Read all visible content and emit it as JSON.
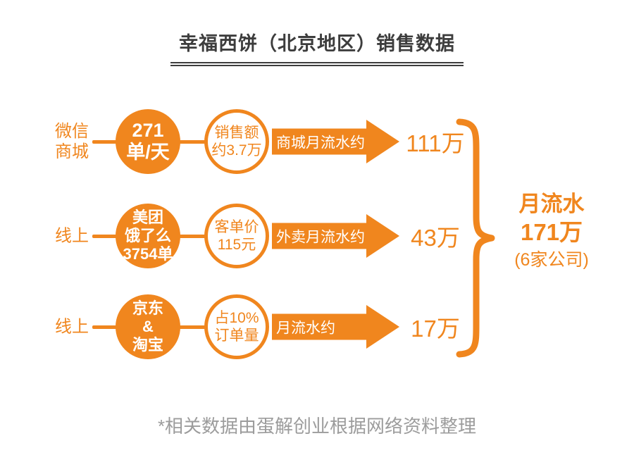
{
  "title": "幸福西饼（北京地区）销售数据",
  "colors": {
    "accent_orange": "#F0861E",
    "title_text": "#3D3D3D",
    "note_text": "#9C9C9C",
    "circle_fill_text": "#FFFFFF"
  },
  "rows": [
    {
      "source": "微信\n商城",
      "volume": "271\n单/天",
      "metric": "销售额\n约3.7万",
      "arrow_label": "商城月流水约",
      "value": "111万"
    },
    {
      "source": "线上",
      "volume": "美团\n饿了么\n3754单",
      "metric": "客单价\n115元",
      "arrow_label": "外卖月流水约",
      "value": "43万"
    },
    {
      "source": "线上",
      "volume": "京东\n&\n淘宝",
      "metric": "占10%\n订单量",
      "arrow_label": "月流水约",
      "value": "17万"
    }
  ],
  "total": {
    "label": "月流水",
    "value": "171万",
    "note": "(6家公司)"
  },
  "footnote": "*相关数据由蛋解创业根据网络资料整理"
}
